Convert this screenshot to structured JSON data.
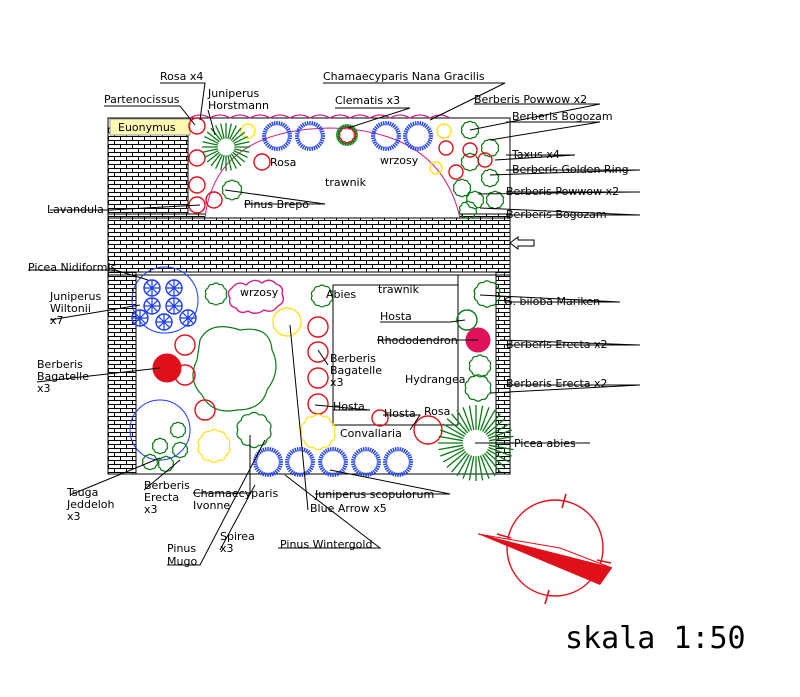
{
  "labels": {
    "rosa_x4": "Rosa x4",
    "chamaecyparis_nana": "Chamaecyparis Nana Gracilis",
    "partenocissus": "Partenocissus",
    "juniperus_horstmann_1": "Juniperus",
    "juniperus_horstmann_2": "Horstmann",
    "clematis": "Clematis x3",
    "berberis_powwow_top": "Berberis Powwow x2",
    "berberis_bogozam_top": "Berberis Bogozam",
    "euonymus": "Euonymus",
    "rosa_inner": "Rosa",
    "wrzosy_top": "wrzosy",
    "taxus": "Taxus x4",
    "berberis_golden": "Berberis Golden Ring",
    "trawnik_top": "trawnik",
    "berberis_powwow_mid": "Berberis Powwow x2",
    "pinus_brepo": "Pinus Brepo",
    "lavandula": "Lavandula",
    "berberis_bogozam_mid": "Berberis Bogozam",
    "picea_nidiformis": "Picea Nidiformis",
    "wrzosy_bottom": "wrzosy",
    "abies": "Abies",
    "trawnik_bottom": "trawnik",
    "juniperus_wiltonii_1": "Juniperus",
    "juniperus_wiltonii_2": "Wiltonii",
    "juniperus_wiltonii_3": "x7",
    "ginkgo": "G. biloba Mariken",
    "hosta_right": "Hosta",
    "rhododendron": "Rhododendron",
    "berberis_bagatelle_left_1": "Berberis",
    "berberis_bagatelle_left_2": "Bagatelle",
    "berberis_bagatelle_left_3": "x3",
    "berberis_bagatelle_mid_1": "Berberis",
    "berberis_bagatelle_mid_2": "Bagatelle",
    "berberis_bagatelle_mid_3": "x3",
    "berberis_erecta_r1": "Berberis Erecta x2",
    "hydrangea": "Hydrangea",
    "berberis_erecta_r2": "Berberis Erecta x2",
    "hosta_mid": "Hosta",
    "hosta_low": "Hosta",
    "rosa_low": "Rosa",
    "convallaria": "Convallaria",
    "picea_abies": "Picea abies",
    "tsuga_1": "Tsuga",
    "tsuga_2": "Jeddeloh",
    "tsuga_3": "x3",
    "berberis_erecta_b1": "Berberis",
    "berberis_erecta_b2": "Erecta",
    "berberis_erecta_b3": "x3",
    "chamaecyparis_ivonne_1": "Chamaecyparis",
    "chamaecyparis_ivonne_2": "Ivonne",
    "juniperus_scopulorum_1": "Juniperus scopulorum",
    "juniperus_scopulorum_2": "Blue Arrow x5",
    "pinus_mugo_1": "Pinus",
    "pinus_mugo_2": "Mugo",
    "spirea_1": "Spirea",
    "spirea_2": "x3",
    "pinus_wintergold": "Pinus Wintergold"
  },
  "scale": "skala 1:50",
  "colors": {
    "brick": "#000000",
    "blue_shrub": "#1a3cff",
    "green_shrub": "#0a7a14",
    "red_shrub": "#e0101a",
    "yellow_shrub": "#ffe21a",
    "pink_border": "#d0208a",
    "compass": "#e0101a",
    "ruby": "#e0105a"
  }
}
